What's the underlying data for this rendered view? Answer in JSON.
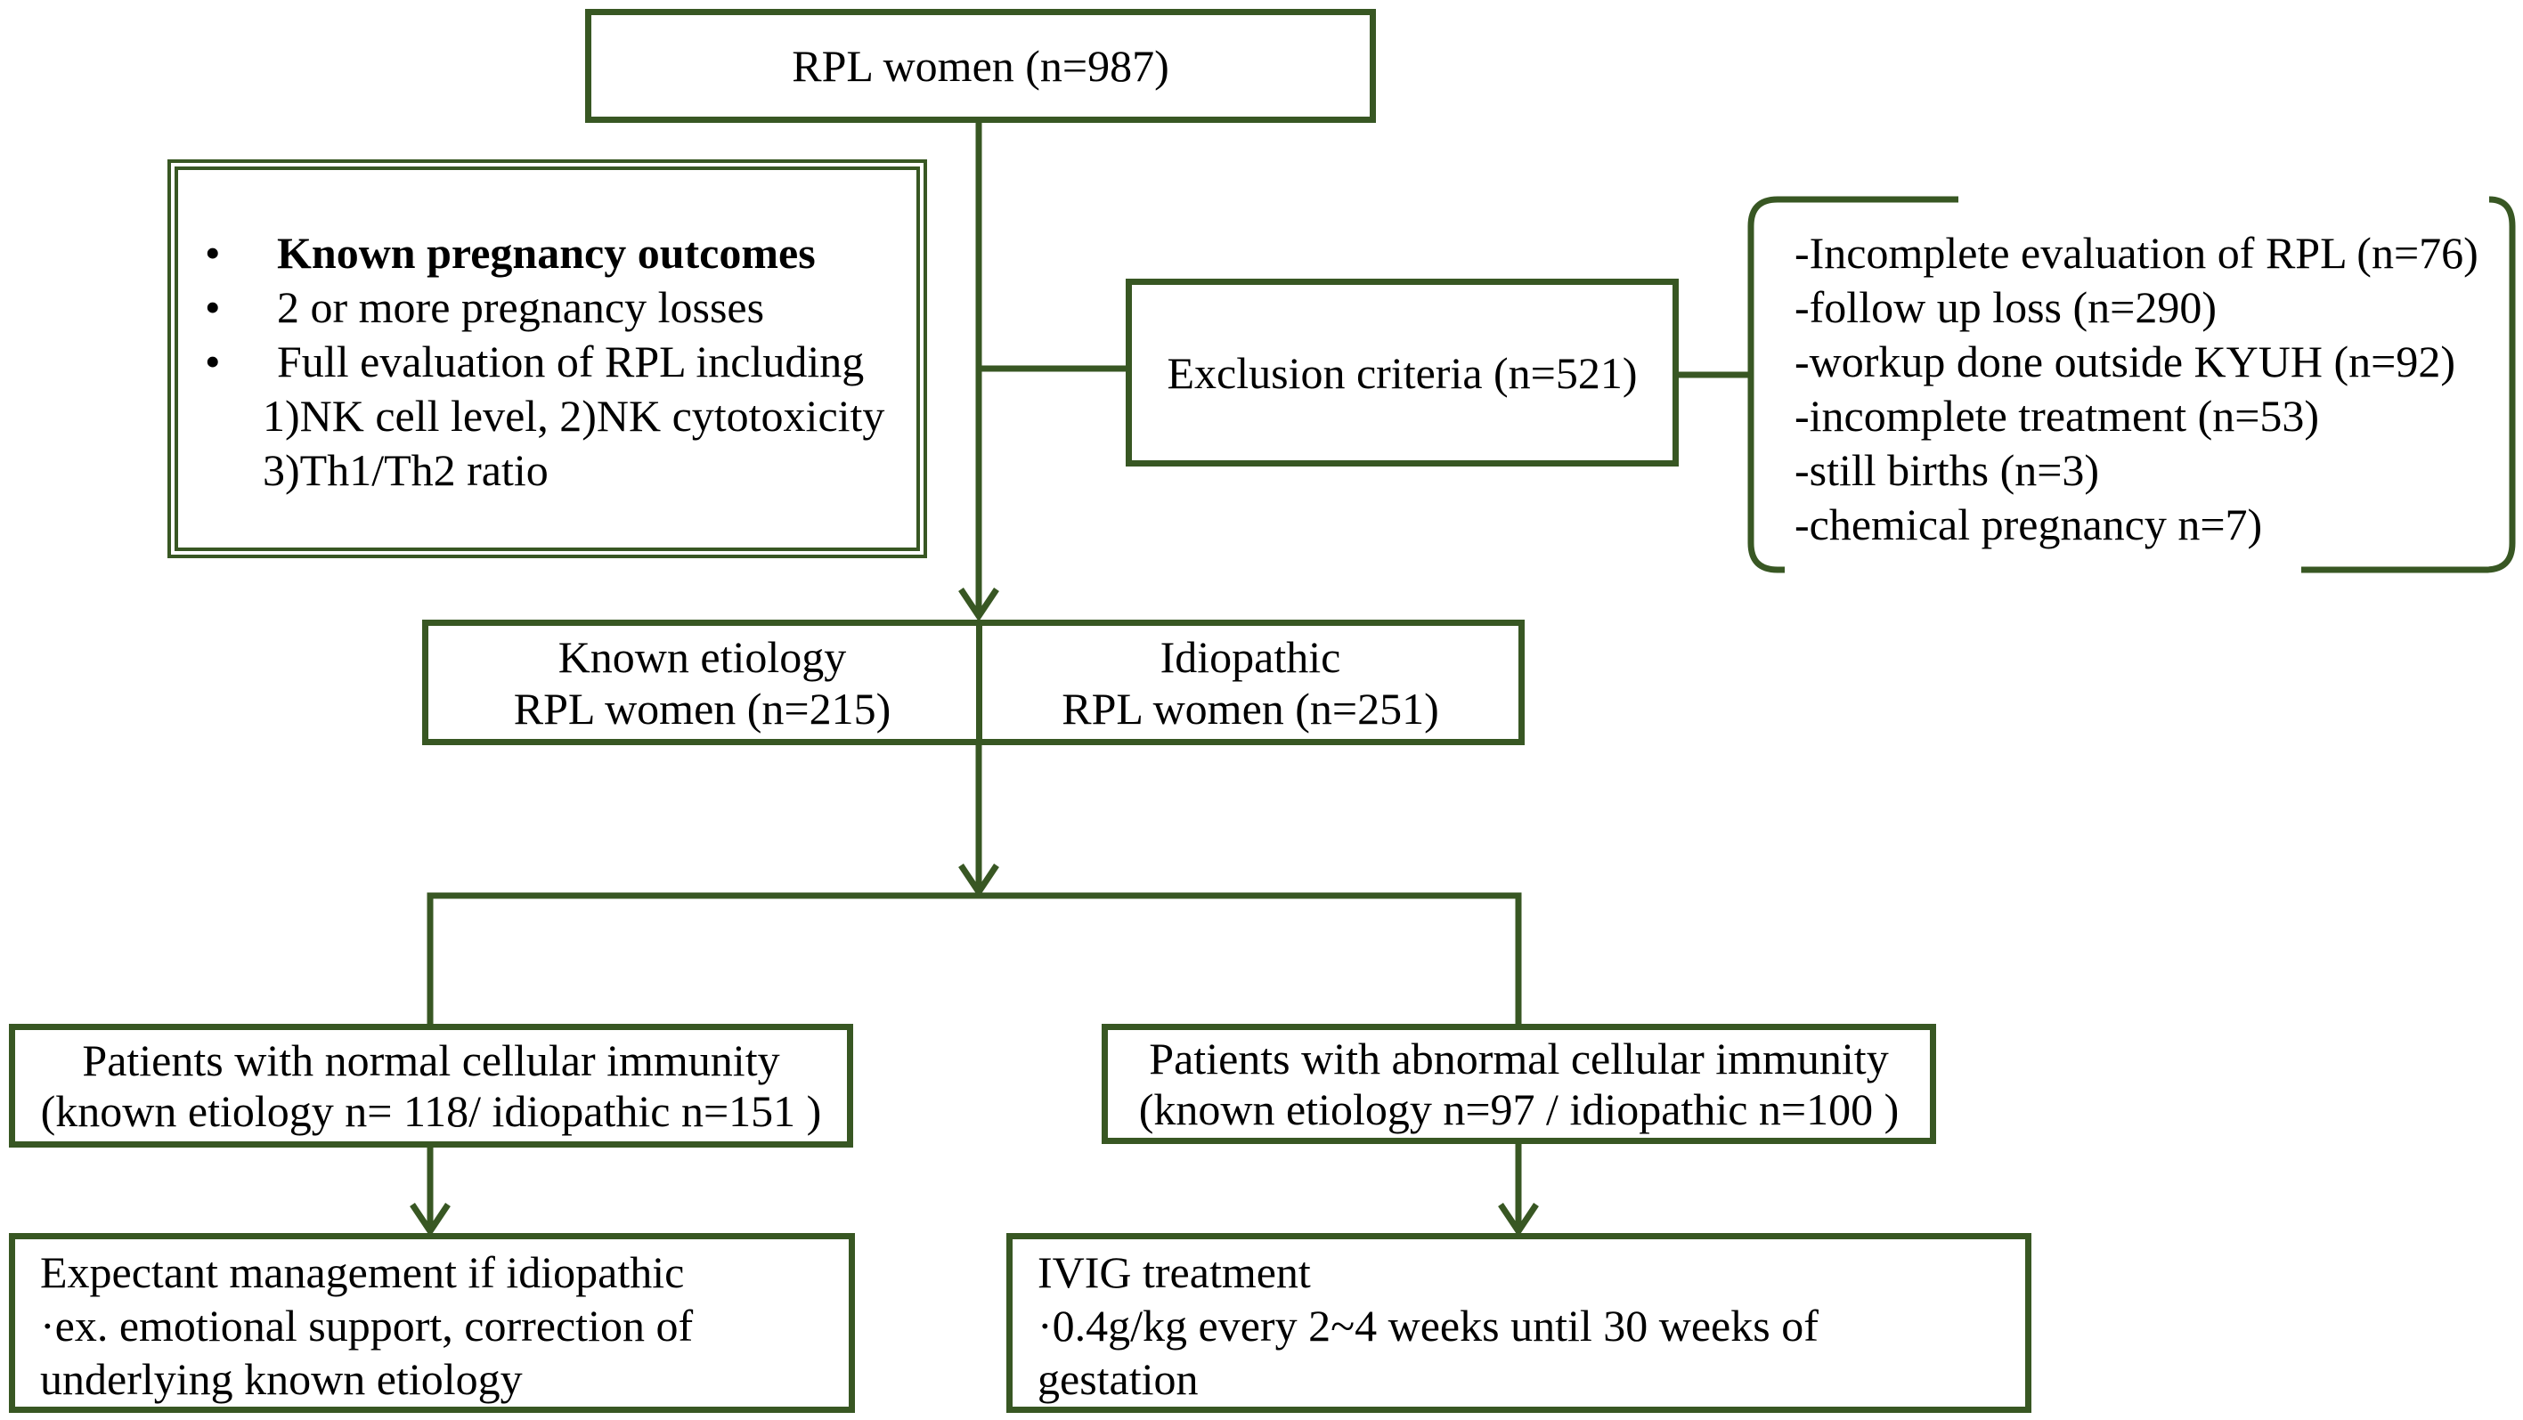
{
  "colors": {
    "line": "#385723",
    "text": "#000000",
    "background": "#ffffff"
  },
  "top_box": {
    "label": "RPL women (n=987)"
  },
  "inclusion_criteria": {
    "bullet": "•",
    "items": [
      "Known pregnancy outcomes",
      "2 or more pregnancy losses",
      "Full evaluation of RPL including"
    ],
    "sub_items": [
      "1)NK cell level, 2)NK cytotoxicity",
      "3)Th1/Th2 ratio"
    ]
  },
  "exclusion_box": {
    "label": "Exclusion criteria (n=521)"
  },
  "exclusion_details": {
    "items": [
      "-Incomplete evaluation of RPL (n=76)",
      "-follow up loss (n=290)",
      "-workup done outside KYUH (n=92)",
      "-incomplete treatment (n=53)",
      "-still births (n=3)",
      "-chemical pregnancy n=7)"
    ]
  },
  "etiology_split": {
    "known": {
      "line1": "Known etiology",
      "line2": "RPL women (n=215)"
    },
    "idiopathic": {
      "line1": "Idiopathic",
      "line2": "RPL women (n=251)"
    }
  },
  "normal_immunity": {
    "line1": "Patients with normal cellular immunity",
    "line2": "(known etiology n= 118/ idiopathic n=151 )"
  },
  "abnormal_immunity": {
    "line1": "Patients with abnormal cellular immunity",
    "line2": "(known etiology n=97 / idiopathic n=100 )"
  },
  "expectant_management": {
    "lines": [
      "Expectant management if idiopathic",
      "·ex. emotional support, correction of",
      "underlying known etiology"
    ]
  },
  "ivig_treatment": {
    "lines": [
      "IVIG treatment",
      "·0.4g/kg every 2~4 weeks until 30 weeks of",
      "gestation"
    ]
  }
}
